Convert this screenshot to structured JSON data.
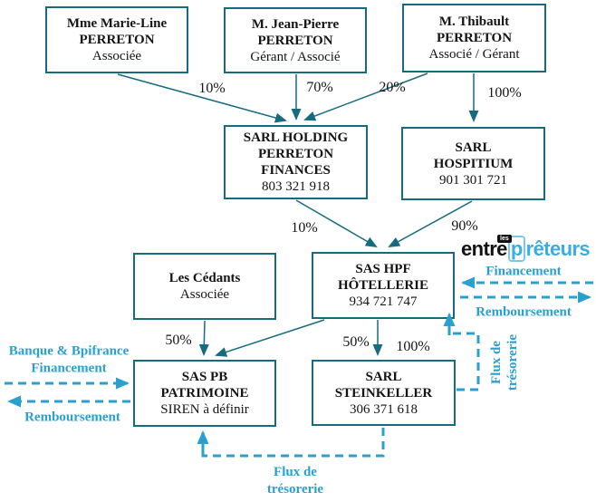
{
  "colors": {
    "teal_border_arrows": "#176B7F",
    "blue_dashed_flows": "#2AA0CF",
    "logo_blue": "#3BAEE0",
    "text": "#141414"
  },
  "boxes": {
    "marie": {
      "lines": [
        "Mme Marie-Line",
        "PERRETON"
      ],
      "sub": "Associée"
    },
    "jeanpierre": {
      "lines": [
        "M. Jean-Pierre",
        "PERRETON"
      ],
      "sub": "Gérant / Associé"
    },
    "thibault": {
      "lines": [
        "M. Thibault",
        "PERRETON"
      ],
      "sub": "Associé / Gérant"
    },
    "holding": {
      "lines": [
        "SARL HOLDING",
        "PERRETON",
        "FINANCES"
      ],
      "sub": "803 321 918"
    },
    "hospitium": {
      "lines": [
        "SARL",
        "HOSPITIUM"
      ],
      "sub": "901 301 721"
    },
    "cedants": {
      "lines": [
        "Les Cédants"
      ],
      "sub": "Associée"
    },
    "hpf": {
      "lines": [
        "SAS HPF",
        "HÔTELLERIE"
      ],
      "sub": "934 721 747"
    },
    "pb": {
      "lines": [
        "SAS PB",
        "PATRIMOINE"
      ],
      "sub": "SIREN à définir"
    },
    "steinkeller": {
      "lines": [
        "SARL",
        "STEINKELLER"
      ],
      "sub": "306 371 618"
    }
  },
  "ownership": [
    {
      "from": "Mme Marie-Line PERRETON",
      "to": "SARL HOLDING PERRETON FINANCES",
      "percent": "10%"
    },
    {
      "from": "M. Jean-Pierre PERRETON",
      "to": "SARL HOLDING PERRETON FINANCES",
      "percent": "70%"
    },
    {
      "from": "M. Thibault PERRETON",
      "to": "SARL HOLDING PERRETON FINANCES",
      "percent": "20%"
    },
    {
      "from": "M. Thibault PERRETON",
      "to": "SARL HOSPITIUM",
      "percent": "100%"
    },
    {
      "from": "SARL HOLDING PERRETON FINANCES",
      "to": "SAS HPF HÔTELLERIE",
      "percent": "10%"
    },
    {
      "from": "SARL HOSPITIUM",
      "to": "SAS HPF HÔTELLERIE",
      "percent": "90%"
    },
    {
      "from": "Les Cédants",
      "to": "SAS PB PATRIMOINE",
      "percent": "50%"
    },
    {
      "from": "SAS HPF HÔTELLERIE",
      "to": "SAS PB PATRIMOINE",
      "percent": "50%"
    },
    {
      "from": "SAS HPF HÔTELLERIE",
      "to": "SARL STEINKELLER",
      "percent": "100%"
    }
  ],
  "flows": {
    "bank_line1": "Banque & Bpifrance",
    "bank_line2": "Financement",
    "bank_remboursement": "Remboursement",
    "ep_financement": "Financement",
    "ep_remboursement": "Remboursement",
    "flux_right_l1": "Flux de",
    "flux_right_l2": "trésorerie",
    "flux_bottom_l1": "Flux de",
    "flux_bottom_l2": "trésorerie"
  },
  "logo": {
    "tag": "les",
    "black": "entre",
    "p": "p",
    "blue": "rêteurs"
  }
}
